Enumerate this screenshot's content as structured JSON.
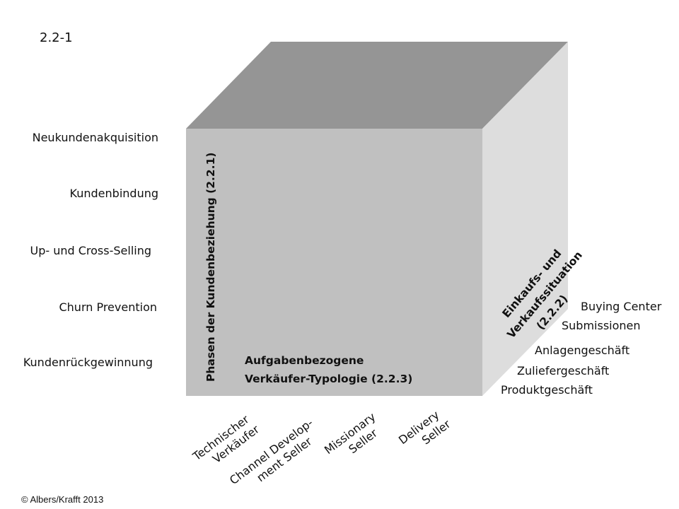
{
  "figure_number": "2.2-1",
  "copyright": "© Albers/Krafft 2013",
  "colors": {
    "top_face": "#959595",
    "front_face": "#c0c0c0",
    "side_face": "#dddddd",
    "text": "#111111"
  },
  "axes": {
    "phases": {
      "title": "Phasen der Kundenbeziehung (2.2.1)",
      "items": [
        "Neukundenakquisition",
        "Kundenbindung",
        "Up- und Cross-Selling",
        "Churn Prevention",
        "Kundenrückgewinnung"
      ]
    },
    "seller_types": {
      "title_lines": [
        "Aufgabenbezogene",
        "Verkäufer-Typologie (2.2.3)"
      ],
      "items": [
        {
          "lines": [
            "Technischer",
            "Verkäufer"
          ]
        },
        {
          "lines": [
            "Channel Develop-",
            "ment Seller"
          ]
        },
        {
          "lines": [
            "Missionary",
            "Seller"
          ]
        },
        {
          "lines": [
            "Delivery",
            "Seller"
          ]
        }
      ]
    },
    "situations": {
      "title_lines": [
        "Einkaufs- und",
        "Verkaufssituation",
        "(2.2.2)"
      ],
      "items": [
        "Buying Center",
        "Submissionen",
        "Anlagengeschäft",
        "Zuliefergeschäft",
        "Produktgeschäft"
      ]
    }
  }
}
